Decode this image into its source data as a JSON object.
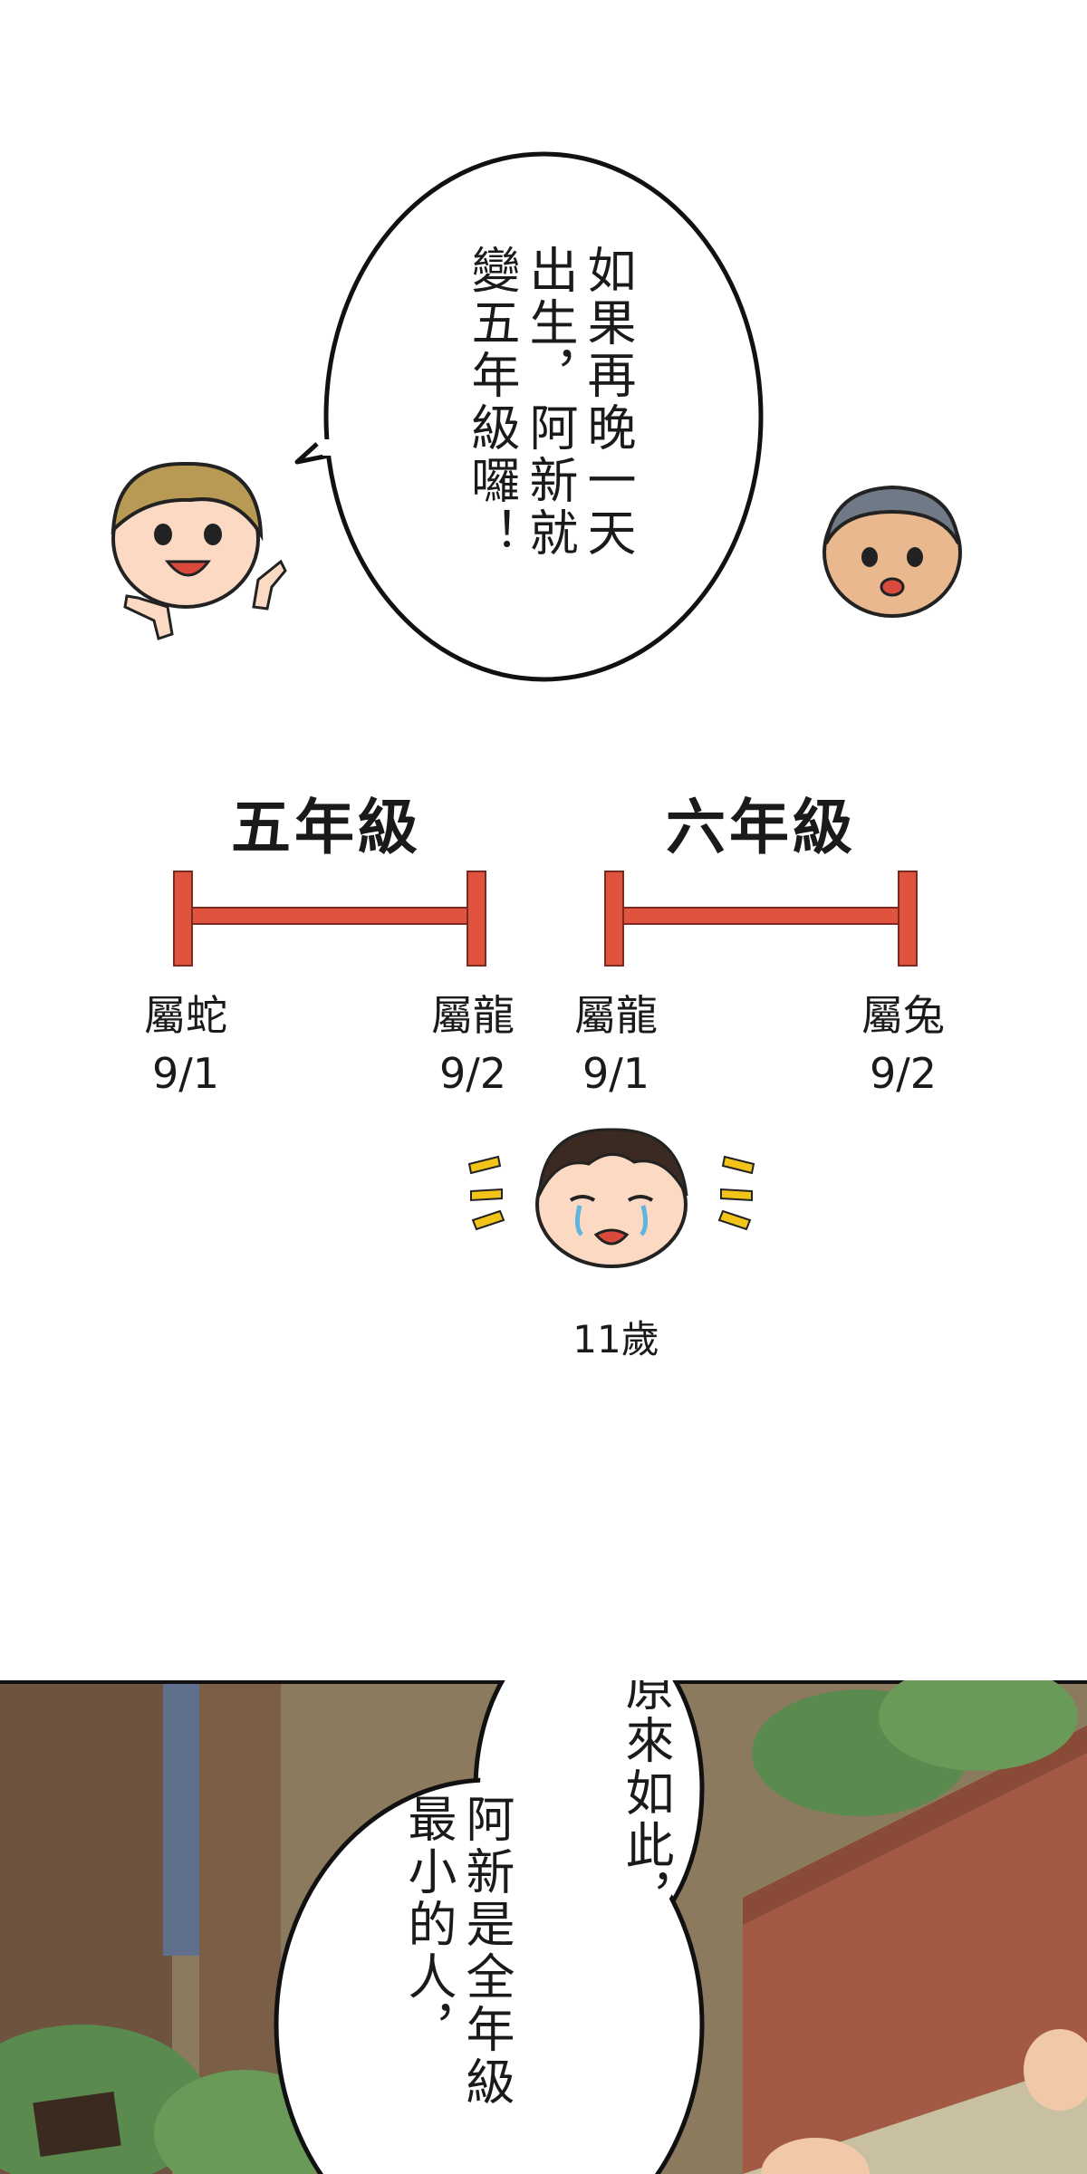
{
  "top_panel": {
    "speech_bubble": {
      "lines": [
        "如果再晚一天",
        "出生，阿新就",
        "變五年級囉！"
      ]
    }
  },
  "timeline": {
    "grades": [
      {
        "title": "五年級",
        "start": {
          "zodiac": "屬蛇",
          "date": "9/1"
        },
        "end": {
          "zodiac": "屬龍",
          "date": "9/2"
        }
      },
      {
        "title": "六年級",
        "start": {
          "zodiac": "屬龍",
          "date": "9/1"
        },
        "end": {
          "zodiac": "屬兔",
          "date": "9/2"
        }
      }
    ],
    "child_age": "11歲",
    "bracket_color": "#e0533f"
  },
  "bottom_panel": {
    "bubble_small": {
      "lines": [
        "原來如此，"
      ]
    },
    "bubble_large": {
      "lines": [
        "阿新是全年級",
        "最小的人，"
      ]
    }
  }
}
